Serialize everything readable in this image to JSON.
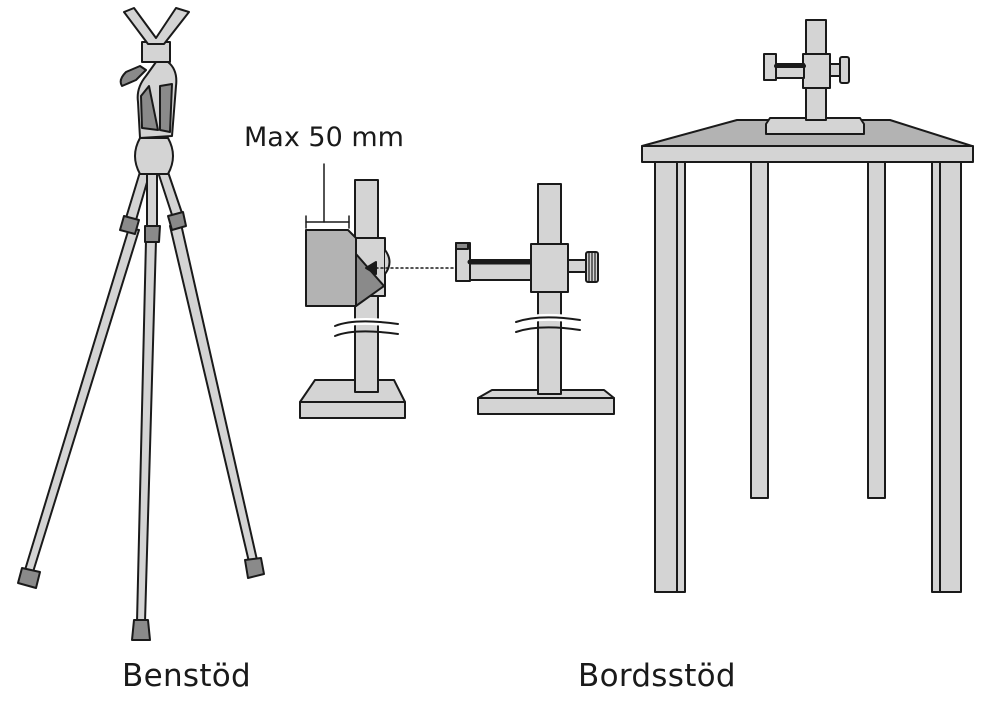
{
  "labels": {
    "max_dimension": "Max 50 mm",
    "tripod_caption": "Benstöd",
    "table_stand_caption": "Bordsstöd"
  },
  "colors": {
    "outline": "#1a1a1a",
    "light_gray": "#d4d4d4",
    "mid_gray": "#b3b3b3",
    "dark_gray": "#8a8a8a",
    "white": "#ffffff"
  }
}
